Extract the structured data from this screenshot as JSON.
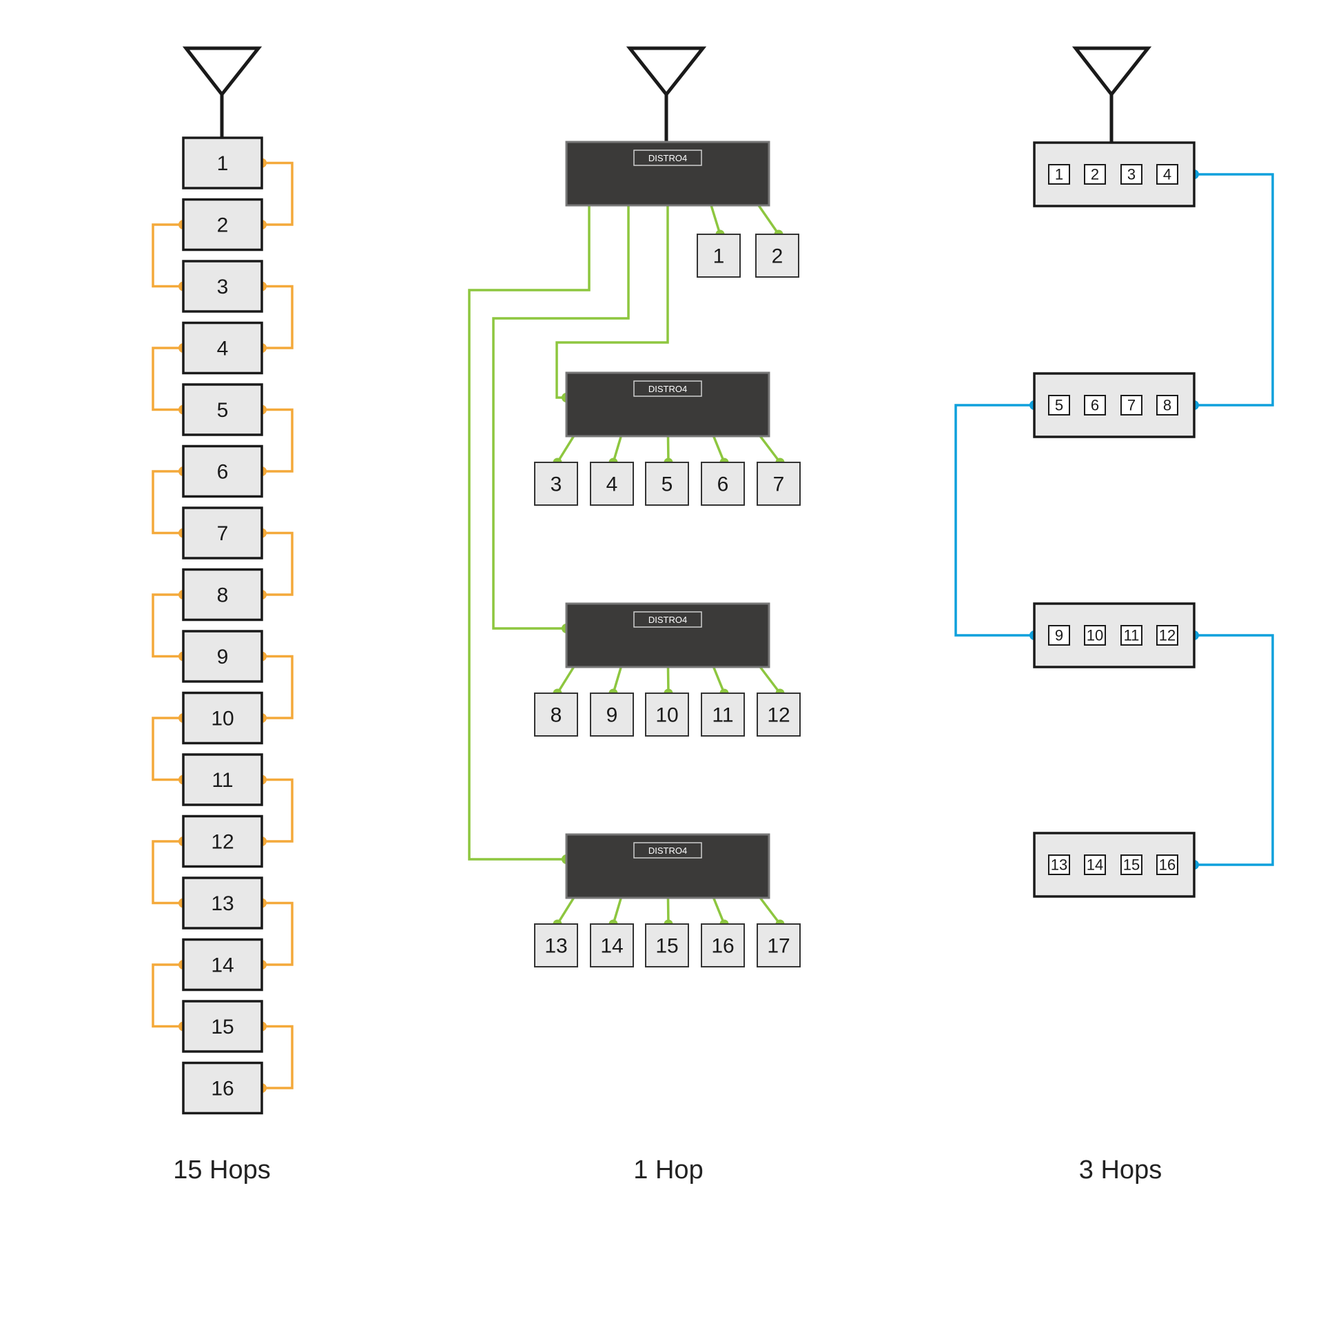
{
  "colors": {
    "daisy": "#f4a93a",
    "distro": "#8dc63f",
    "combo": "#0fa0dc",
    "box_fill": "#e8e8e8",
    "box_stroke": "#1a1a1a",
    "distro_fill": "#3b3a39"
  },
  "icons": [
    "antenna-icon"
  ],
  "columns": [
    {
      "caption": "15 Hops",
      "devices": [
        "1",
        "2",
        "3",
        "4",
        "5",
        "6",
        "7",
        "8",
        "9",
        "10",
        "11",
        "12",
        "13",
        "14",
        "15",
        "16"
      ]
    },
    {
      "caption": "1 Hop",
      "distro_label": "DISTRO4",
      "hubs": [
        {
          "label": "DISTRO4",
          "devices": [
            "1",
            "2"
          ]
        },
        {
          "label": "DISTRO4",
          "devices": [
            "3",
            "4",
            "5",
            "6",
            "7"
          ]
        },
        {
          "label": "DISTRO4",
          "devices": [
            "8",
            "9",
            "10",
            "11",
            "12"
          ]
        },
        {
          "label": "DISTRO4",
          "devices": [
            "13",
            "14",
            "15",
            "16",
            "17"
          ]
        }
      ]
    },
    {
      "caption": "3 Hops",
      "units": [
        [
          "1",
          "2",
          "3",
          "4"
        ],
        [
          "5",
          "6",
          "7",
          "8"
        ],
        [
          "9",
          "10",
          "11",
          "12"
        ],
        [
          "13",
          "14",
          "15",
          "16"
        ]
      ]
    }
  ]
}
